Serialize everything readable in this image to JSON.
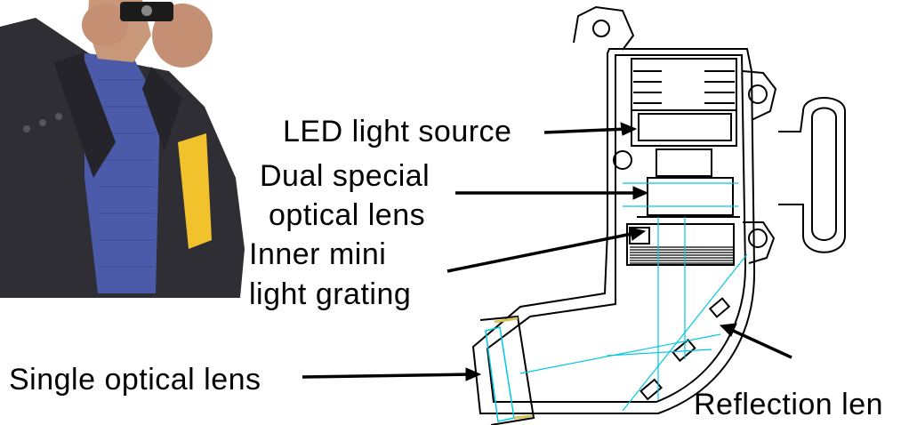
{
  "diagram": {
    "labels": {
      "led_source": "LED light source",
      "dual_lens_1": "Dual special",
      "dual_lens_2": "optical lens",
      "grating_1": "Inner mini",
      "grating_2": "light grating",
      "single_lens": "Single optical lens",
      "reflection_lens": "Reflection len"
    }
  },
  "colors": {
    "outline": "#000000",
    "optics": "#00c8e0",
    "suit": "#2f2f35",
    "shirt": "#4a5aa8",
    "skin": "#c99a7d",
    "folder": "#f2c32a",
    "thread": "#d8c35a"
  }
}
